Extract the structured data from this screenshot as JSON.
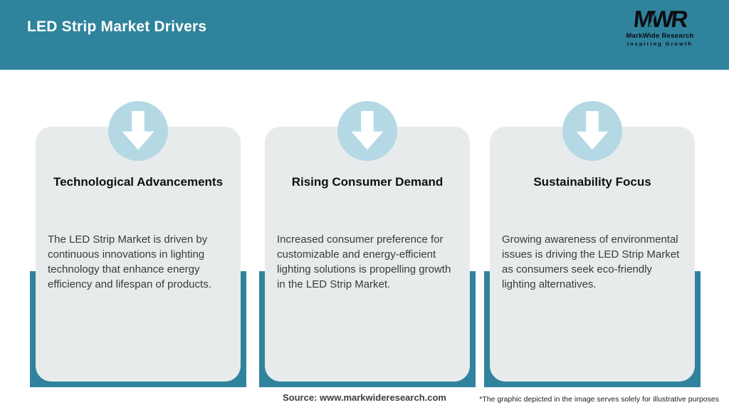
{
  "header": {
    "title": "LED Strip Market Drivers",
    "logo": {
      "monogram": "MWR",
      "name": "MarkWide Research",
      "tagline": "Inspiring Growth"
    }
  },
  "cards": [
    {
      "icon": "arrow-down-icon",
      "title": "Technological Advancements",
      "body": "The LED Strip Market is driven by continuous innovations in lighting technology that enhance energy efficiency and lifespan of products."
    },
    {
      "icon": "arrow-down-icon",
      "title": "Rising Consumer Demand",
      "body": "Increased consumer preference for customizable and energy-efficient lighting solutions is propelling growth in the LED Strip Market."
    },
    {
      "icon": "arrow-down-icon",
      "title": "Sustainability Focus",
      "body": "Growing awareness of environmental issues is driving the LED Strip Market as consumers seek eco-friendly lighting alternatives."
    }
  ],
  "footer": {
    "source": "Source: www.markwideresearch.com",
    "disclaimer": "*The graphic depicted in the image serves solely for illustrative purposes"
  },
  "colors": {
    "teal": "#2f839c",
    "card_background": "#e8ebec",
    "circle_blue": "#b5d8e5",
    "header_text": "#ffffff"
  }
}
